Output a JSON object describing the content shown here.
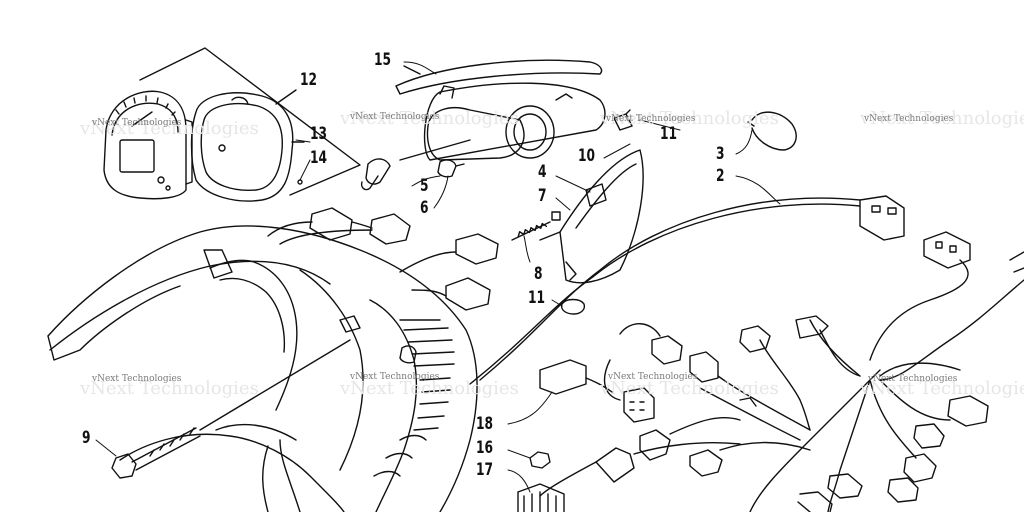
{
  "diagram": {
    "callouts": [
      "15",
      "12",
      "13",
      "14",
      "11",
      "3",
      "2",
      "10",
      "4",
      "5",
      "6",
      "7",
      "8",
      "11",
      "18",
      "9",
      "16",
      "17"
    ],
    "watermark": "vNext Technologies"
  }
}
